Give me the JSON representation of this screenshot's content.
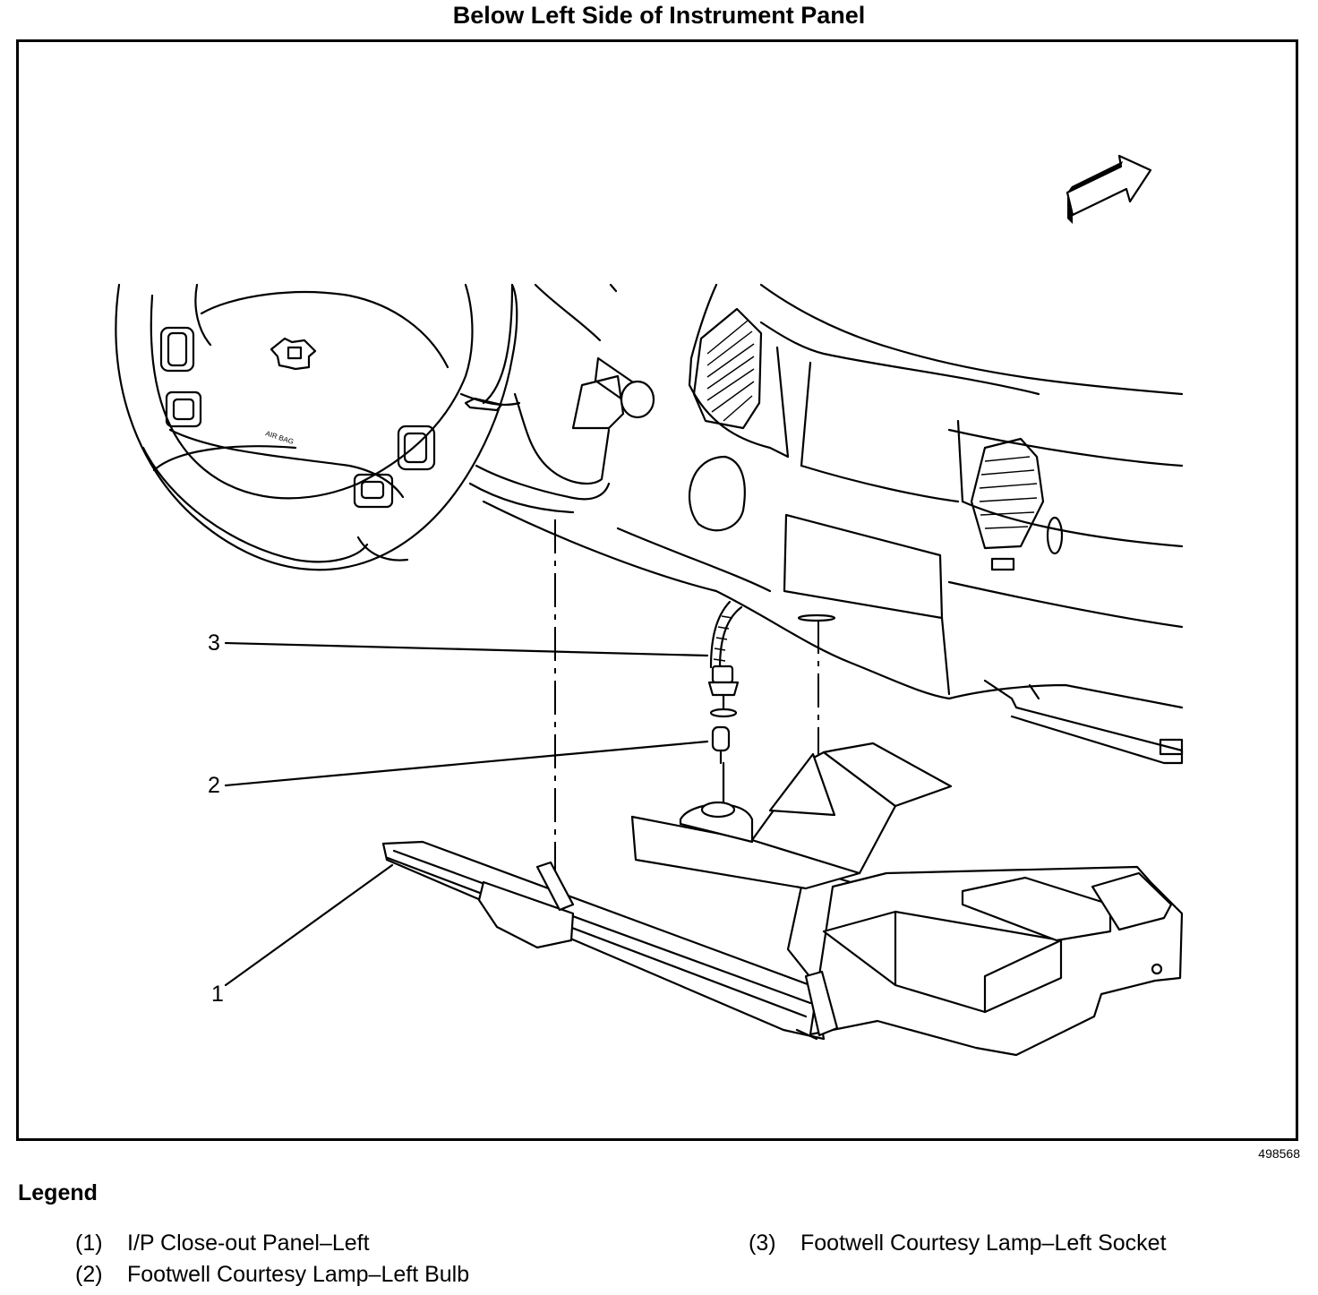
{
  "title": "Below Left Side of Instrument Panel",
  "figure_id": "498568",
  "callouts": {
    "c1": "1",
    "c2": "2",
    "c3": "3"
  },
  "steering_wheel_text": "AIR BAG",
  "legend": {
    "heading": "Legend",
    "items": [
      {
        "num": "(1)",
        "label": "I/P Close-out Panel–Left"
      },
      {
        "num": "(2)",
        "label": "Footwell Courtesy Lamp–Left Bulb"
      },
      {
        "num": "(3)",
        "label": "Footwell Courtesy Lamp–Left Socket"
      }
    ]
  }
}
